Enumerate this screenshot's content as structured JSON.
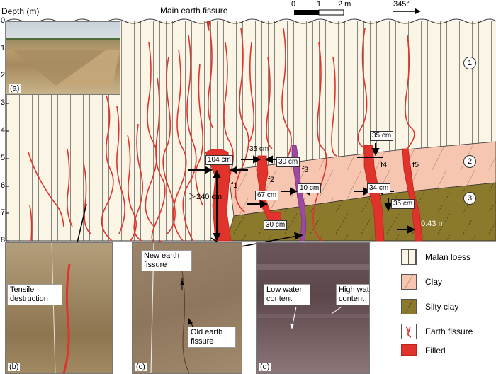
{
  "diagram": {
    "axis_title": "Depth (m)",
    "depth_ticks": [
      "0",
      "1",
      "2",
      "3",
      "4",
      "5",
      "6",
      "7",
      "8"
    ],
    "main_fissure_label": "Main earth fissure",
    "scale_bar": {
      "labels": [
        "0",
        "1",
        "2 m"
      ]
    },
    "north_label": "345°",
    "layer_numbers": [
      "1",
      "2",
      "3"
    ],
    "fissure_labels": [
      "f1",
      "f2",
      "f3",
      "f4",
      "f5"
    ],
    "measurements": {
      "m104": "104 cm",
      "m35a": "35 cm",
      "m30a": "30 cm",
      "m35b": "35 cm",
      "m240": "＞240 cm",
      "m67": "67 cm",
      "m10": "10 cm",
      "m34": "34 cm",
      "m35c": "35 cm",
      "m30b": "30 cm",
      "m043": "0.43 m"
    },
    "colors": {
      "loess_bg": "#fbf5e6",
      "clay": "#f6c6b0",
      "silty_clay": "#8c7a2c",
      "fissure_red": "#e0332b",
      "fissure_purple": "#9b4aa0"
    }
  },
  "photos": {
    "a": {
      "label": "(a)"
    },
    "b": {
      "label": "(b)",
      "callout": "Tensile destruction"
    },
    "c": {
      "label": "(c)",
      "callout_new": "New earth fissure",
      "callout_old": "Old earth fissure"
    },
    "d": {
      "label": "(d)",
      "callout_low": "Low water content",
      "callout_high": "High water content"
    }
  },
  "legend": {
    "items": [
      {
        "label": "Malan loess",
        "icon": "malan-loess-swatch"
      },
      {
        "label": "Clay",
        "icon": "clay-swatch"
      },
      {
        "label": "Silty clay",
        "icon": "silty-clay-swatch"
      },
      {
        "label": "Earth fissure",
        "icon": "earth-fissure-swatch"
      },
      {
        "label": "Filled",
        "icon": "filled-swatch"
      }
    ]
  }
}
